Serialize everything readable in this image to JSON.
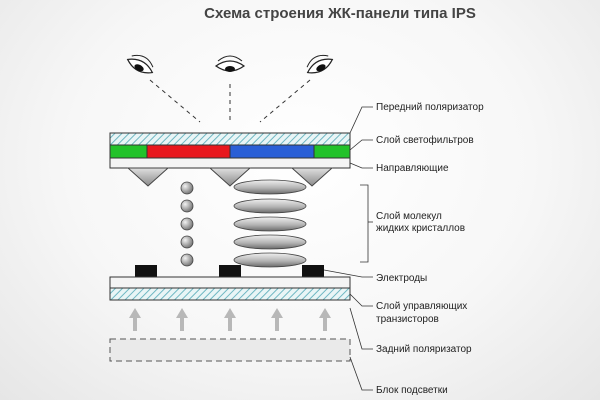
{
  "title": "Схема строения ЖК-панели типа IPS",
  "labels": {
    "front_polarizer": "Передний поляризатор",
    "color_filter": "Слой светофильтров",
    "guides": "Направляющие",
    "lc_layer_line1": "Слой молекул",
    "lc_layer_line2": "жидких кристаллов",
    "electrodes": "Электроды",
    "transistor_layer_line1": "Слой управляющих",
    "transistor_layer_line2": "транзисторов",
    "rear_polarizer": "Задний поляризатор",
    "backlight": "Блок подсветки"
  },
  "colors": {
    "filter_green": "#22c22a",
    "filter_red": "#e8171d",
    "filter_blue": "#2a5fd6",
    "hatch": "#6fb7c2",
    "electrode": "#111111",
    "arrow": "#b8b8b8"
  }
}
